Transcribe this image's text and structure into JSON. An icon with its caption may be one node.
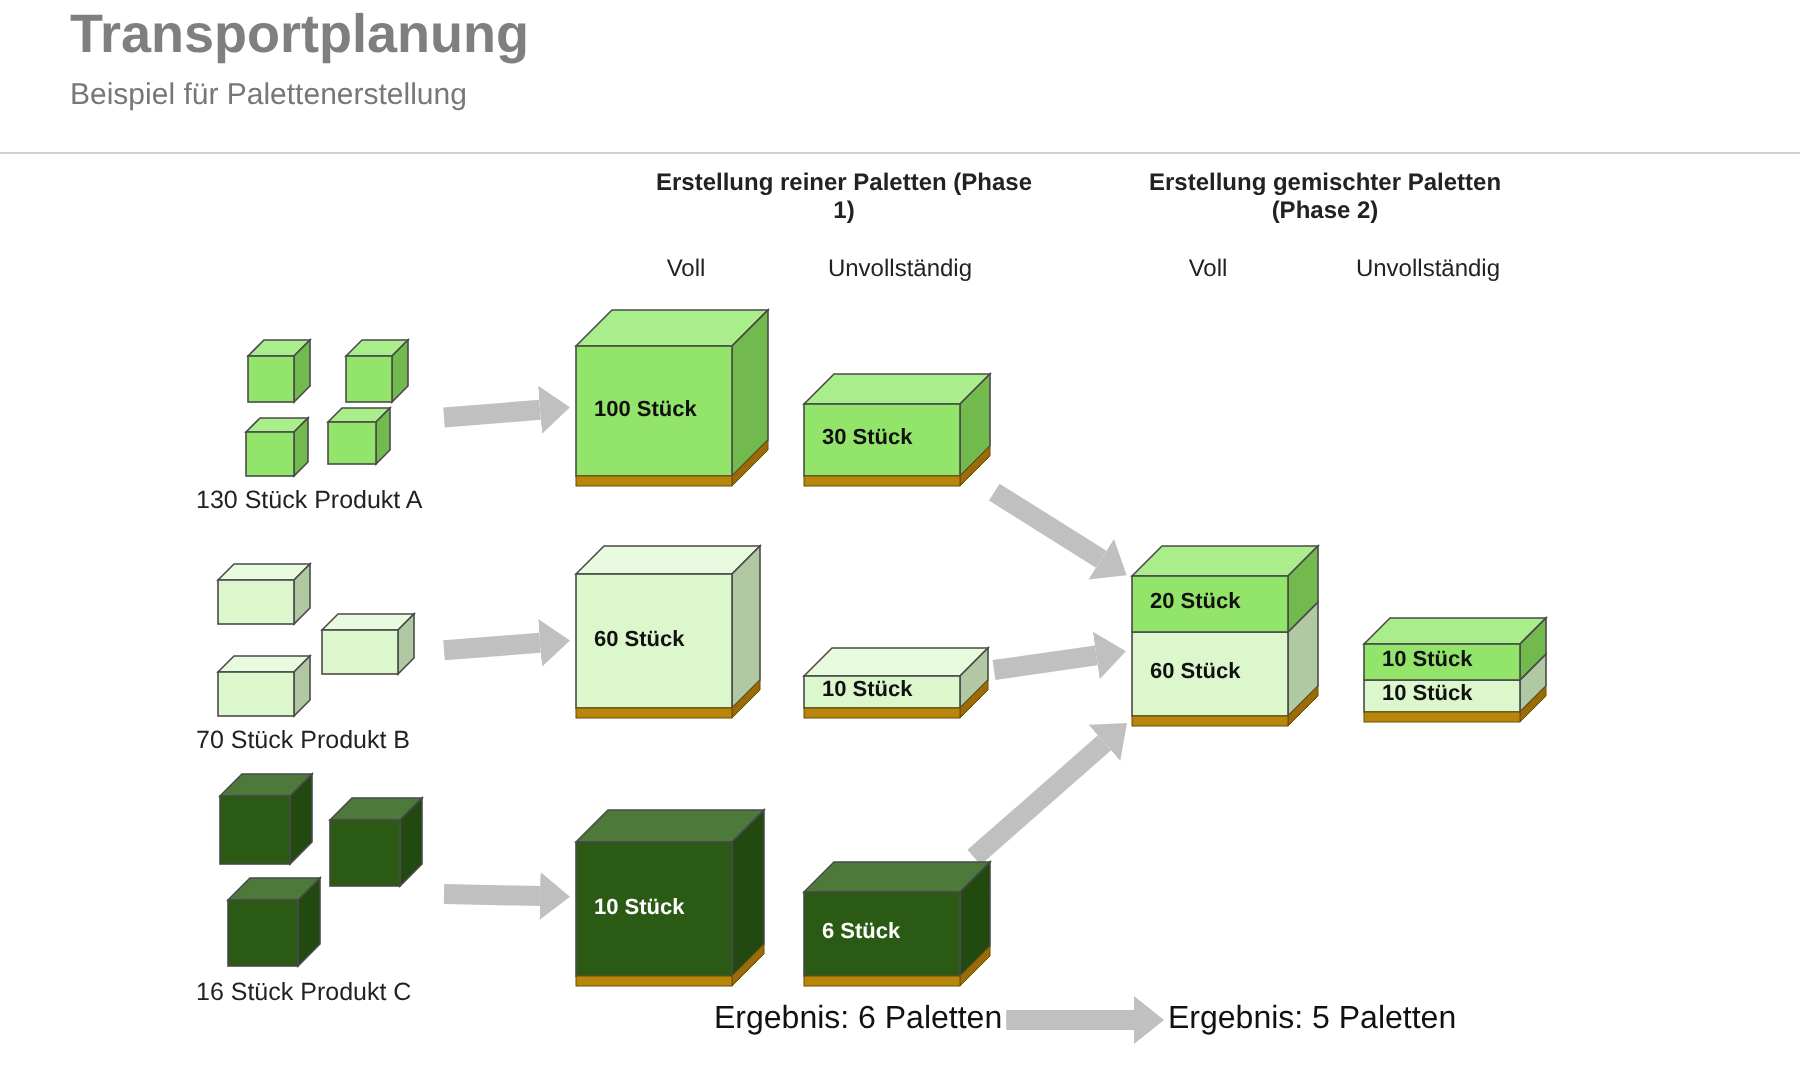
{
  "diagram": {
    "title": "Transportplanung",
    "caption": "Beispiel für Palettenerstellung",
    "nodes": [
      {
        "text": [],
        "shape": "picture",
        "beside": [
          "130 Stück Produkt A"
        ]
      },
      {
        "text": [],
        "shape": "picture",
        "beside": [
          "70 Stück Produkt B"
        ]
      },
      {
        "text": [],
        "shape": "picture",
        "beside": [
          "16 Stück Produkt C"
        ]
      },
      {
        "text": [
          "100 Stück"
        ]
      },
      {
        "text": [
          "30 Stück"
        ]
      },
      {
        "text": [
          "60 Stück"
        ]
      },
      {
        "text": [
          "10 Stück"
        ]
      },
      {
        "text": [
          "10 Stück"
        ]
      },
      {
        "text": [
          "6 Stück"
        ]
      },
      {
        "text": [
          "20 Stück",
          "60 Stück"
        ]
      },
      {
        "text": [
          "10 Stück",
          "10 Stück"
        ]
      },
      {
        "text": [
          "Ergebnis: 6 Paletten"
        ]
      },
      {
        "text": [
          "Ergebnis: 5 Paletten"
        ]
      }
    ],
    "edges": [
      {
        "from": 0,
        "to": 3,
        "arrow": "to"
      },
      {
        "from": 1,
        "to": 5,
        "arrow": "to"
      },
      {
        "from": 2,
        "to": 7,
        "arrow": "to"
      },
      {
        "from": 4,
        "to": 9,
        "arrow": "to"
      },
      {
        "from": 6,
        "to": 9,
        "arrow": "to"
      },
      {
        "from": 8,
        "to": 9,
        "arrow": "to"
      },
      {
        "from": 11,
        "to": 12,
        "arrow": "to"
      }
    ],
    "labels": [
      "Erstellung reiner Paletten (Phase 1)",
      "Voll",
      "Unvollständig",
      "Erstellung gemischter Paletten (Phase 2)",
      "Voll",
      "Unvollständig"
    ]
  }
}
